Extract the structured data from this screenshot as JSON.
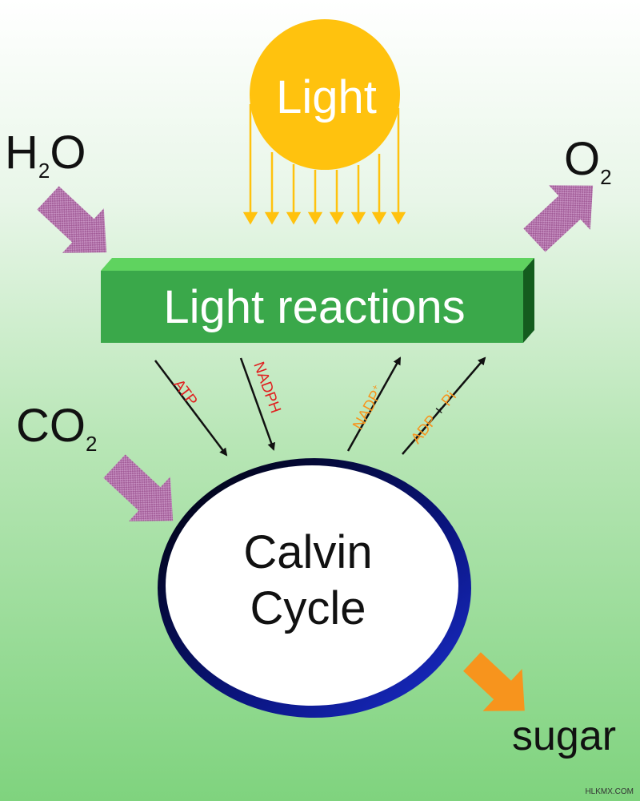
{
  "sun": {
    "label": "Light",
    "color": "#ffc20e"
  },
  "light_reactions": {
    "label": "Light reactions",
    "color": "#3aa84a"
  },
  "calvin": {
    "line1": "Calvin",
    "line2": "Cycle"
  },
  "inputs": {
    "water": {
      "main": "H",
      "sub": "2",
      "tail": "O"
    },
    "co2": {
      "main": "CO",
      "sub": "2"
    }
  },
  "outputs": {
    "oxygen": {
      "main": "O",
      "sub": "2"
    },
    "sugar": "sugar"
  },
  "molecules": {
    "atp": "ATP",
    "nadph": "NADPH",
    "nadp": "NADP",
    "nadp_sup": "+",
    "adp": "ADP",
    "plus": "+",
    "pi": "Pi"
  },
  "watermark": "HLKMX.COM",
  "colors": {
    "mauve_arrow": "#b86fad",
    "orange_arrow": "#f7941d",
    "red_text": "#e02020",
    "orange_text": "#f7941d",
    "ring": "#0b1a9a"
  }
}
